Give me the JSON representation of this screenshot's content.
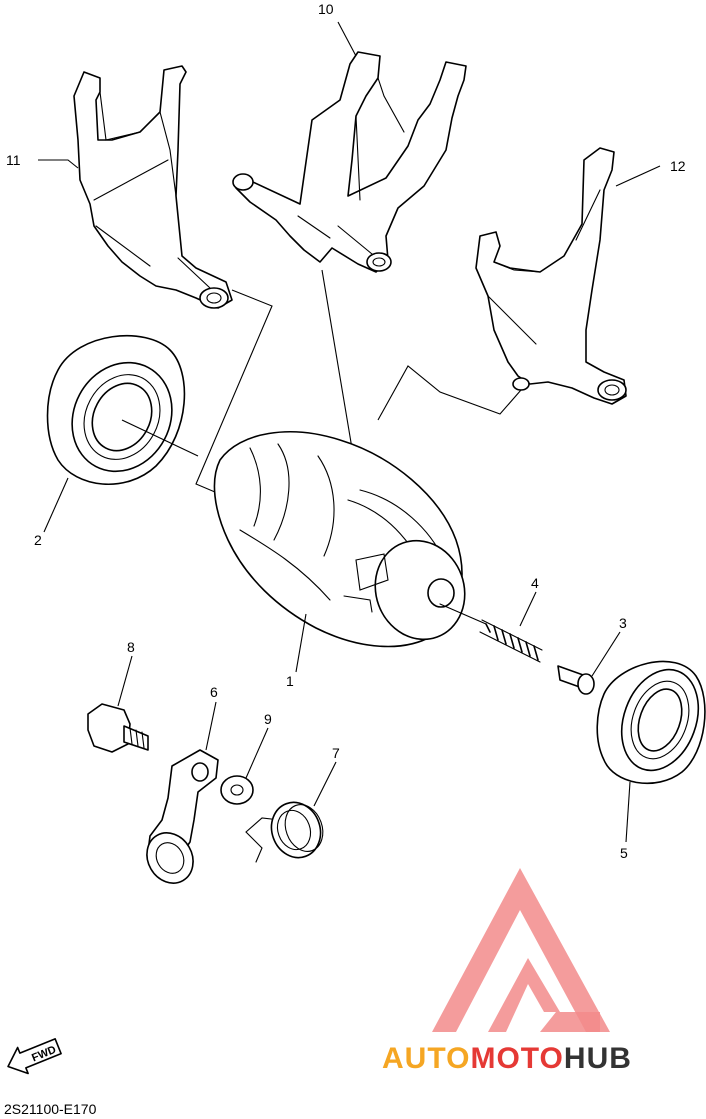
{
  "callouts": [
    {
      "id": "1",
      "label": "1"
    },
    {
      "id": "2",
      "label": "2"
    },
    {
      "id": "3",
      "label": "3"
    },
    {
      "id": "4",
      "label": "4"
    },
    {
      "id": "5",
      "label": "5"
    },
    {
      "id": "6",
      "label": "6"
    },
    {
      "id": "7",
      "label": "7"
    },
    {
      "id": "8",
      "label": "8"
    },
    {
      "id": "9",
      "label": "9"
    },
    {
      "id": "10",
      "label": "10"
    },
    {
      "id": "11",
      "label": "11"
    },
    {
      "id": "12",
      "label": "12"
    }
  ],
  "direction_badge": "FWD",
  "diagram_code": "2S21100-E170",
  "watermark": {
    "part_a": "AUTO",
    "part_b": "MOTO",
    "part_c": "HUB",
    "color_a": "#f5a623",
    "color_b": "#e53935",
    "color_c": "#333333",
    "logo_color": "#f28b8b"
  }
}
